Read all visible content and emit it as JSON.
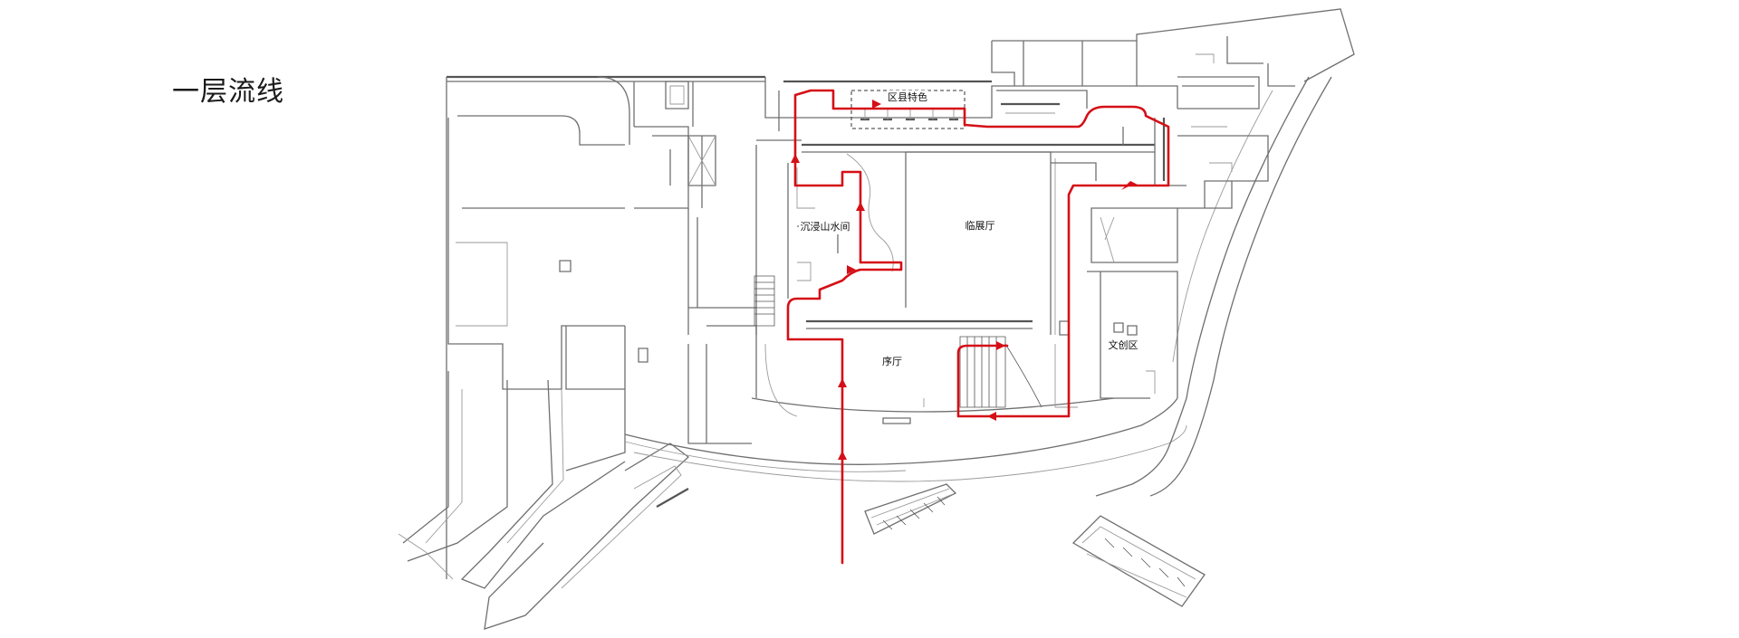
{
  "title": "一层流线",
  "rooms": {
    "district": "区县特色",
    "immersive": "沉浸山水间",
    "temporary_hall": "临展厅",
    "preface_hall": "序厅",
    "creative": "文创区"
  },
  "colors": {
    "route": "#d50f17",
    "walls": "#6f6f6f"
  }
}
